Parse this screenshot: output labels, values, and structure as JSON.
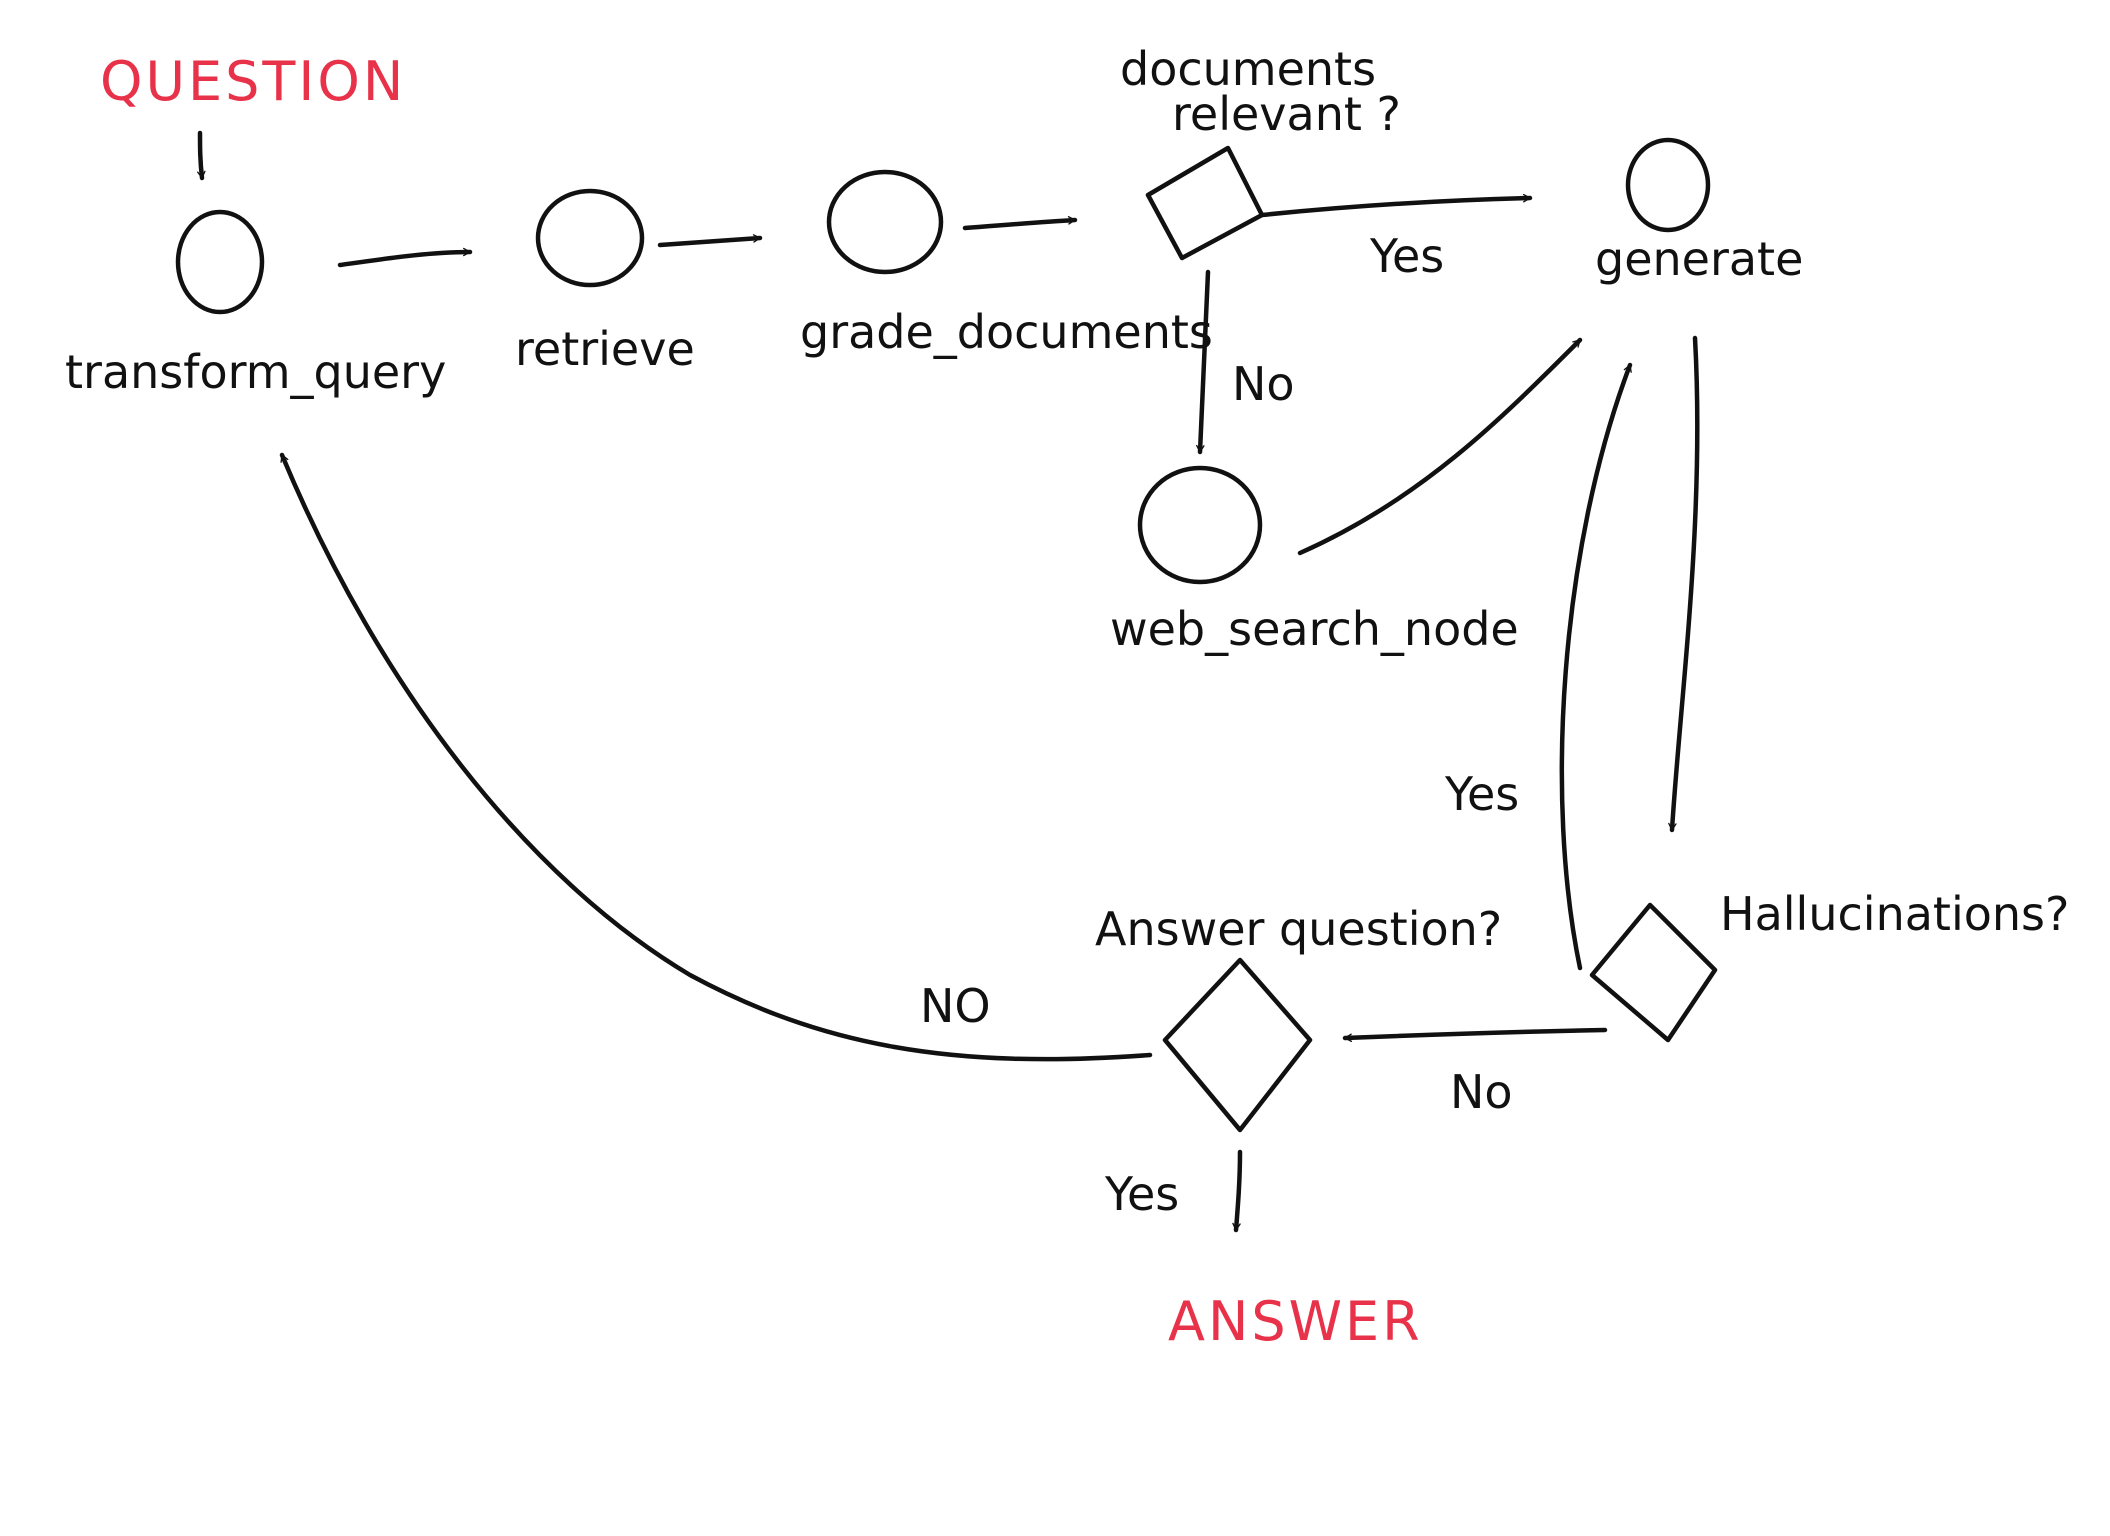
{
  "colors": {
    "ink": "#111111",
    "accent_red": "#e8324a",
    "background": "#ffffff"
  },
  "labels": {
    "question": "QUESTION",
    "answer": "ANSWER"
  },
  "nodes": {
    "transform_query": "transform_query",
    "retrieve": "retrieve",
    "grade_documents": "grade_documents",
    "web_search_node": "web_search_node",
    "generate": "generate"
  },
  "decisions": {
    "documents_relevant": {
      "line1": "documents",
      "line2": "relevant ?"
    },
    "hallucinations": "Hallucinations?",
    "answer_question": "Answer question?"
  },
  "edges": {
    "relevant_yes": "Yes",
    "relevant_no": "No",
    "hallucinations_yes": "Yes",
    "hallucinations_no": "No",
    "answer_no": "NO",
    "answer_yes": "Yes"
  }
}
